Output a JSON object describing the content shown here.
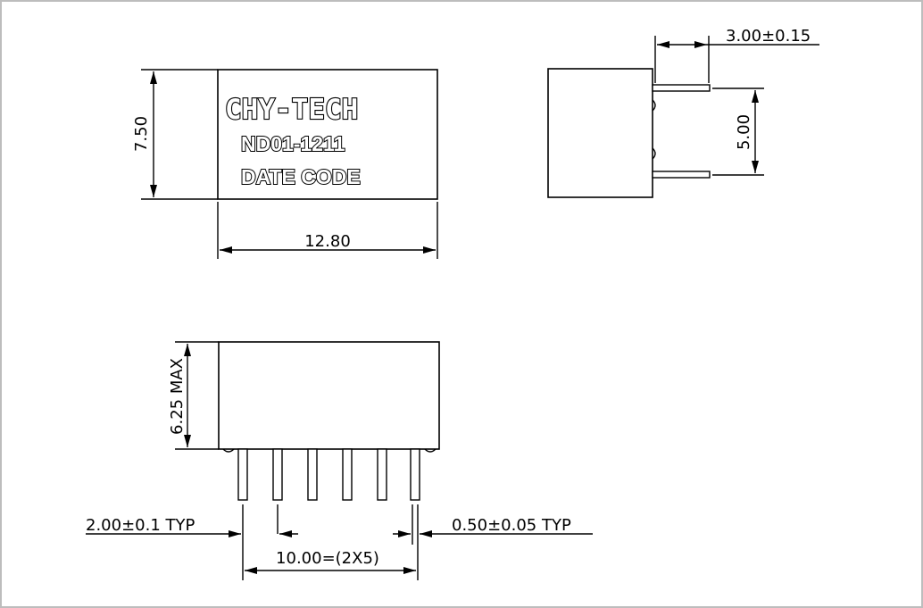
{
  "top_view": {
    "brand": "CHY-TECH",
    "part_number": "ND01-1211",
    "date_code": "DATE CODE"
  },
  "dimensions": {
    "height": "7.50",
    "width": "12.80",
    "pin_length": "3.00±0.15",
    "row_spacing": "5.00",
    "max_height": "6.25 MAX",
    "pitch": "2.00±0.1 TYP",
    "pin_width": "0.50±0.05 TYP",
    "pin_span": "10.00=(2X5)"
  }
}
